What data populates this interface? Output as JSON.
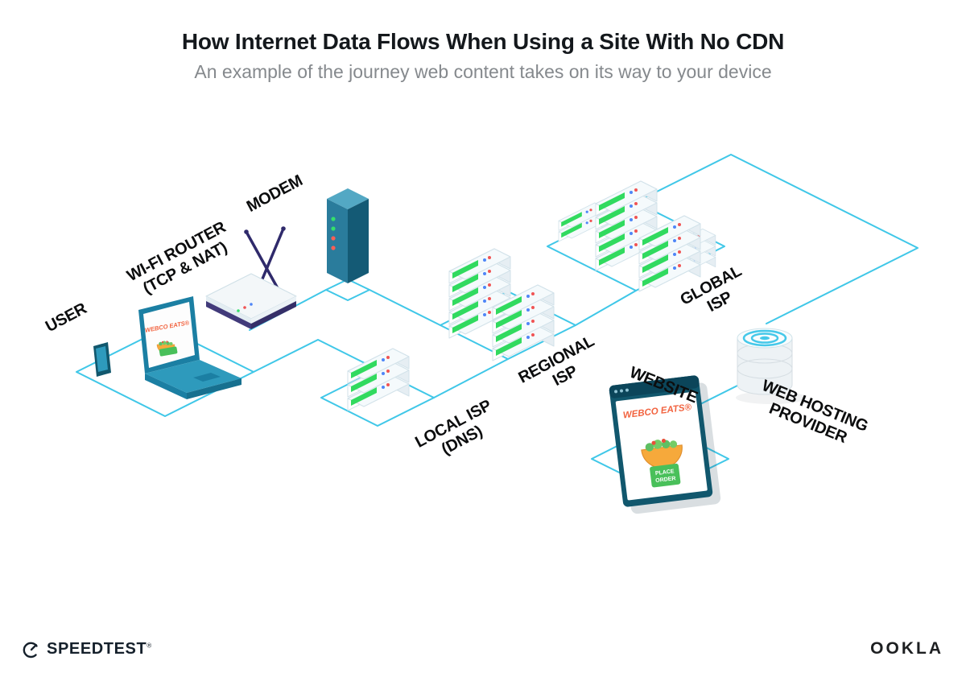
{
  "header": {
    "title": "How Internet Data Flows When Using a Site With No CDN",
    "subtitle": "An example of the journey web content takes on its way to your device"
  },
  "diagram": {
    "labels": {
      "user": "USER",
      "wifi_router": {
        "line1": "WI-FI ROUTER",
        "line2": "(TCP & NAT)"
      },
      "modem": "MODEM",
      "local_isp": {
        "line1": "LOCAL ISP",
        "line2": "(DNS)"
      },
      "regional_isp": {
        "line1": "REGIONAL",
        "line2": "ISP"
      },
      "global_isp": {
        "line1": "GLOBAL",
        "line2": "ISP"
      },
      "website": "WEBSITE",
      "web_hosting": {
        "line1": "WEB HOSTING",
        "line2": "PROVIDER"
      }
    },
    "laptop_screen": {
      "brand": "WEBCO EATS®"
    },
    "website_screen": {
      "brand": "WEBCO EATS®",
      "button_line1": "PLACE",
      "button_line2": "ORDER"
    }
  },
  "footer": {
    "speedtest": "SPEEDTEST",
    "speedtest_mark": "®",
    "ookla": "OOKLA"
  },
  "colors": {
    "connection_line": "#3fc7e8",
    "server_green": "#31da5f",
    "brand_orange": "#f2633f",
    "teal_dark": "#11576d",
    "button_green": "#49c05a",
    "text_dark": "#14181c",
    "text_gray": "#85898d"
  }
}
